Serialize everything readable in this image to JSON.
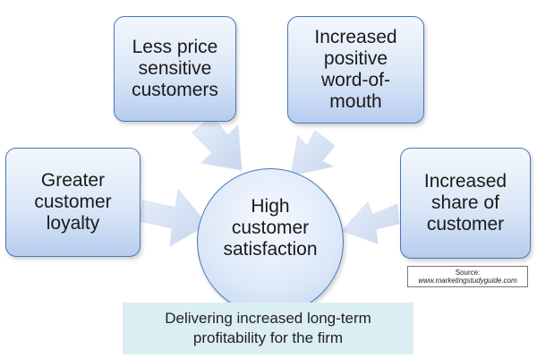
{
  "diagram": {
    "top_left": {
      "lines": [
        "Less price",
        "sensitive",
        "customers"
      ]
    },
    "top_right": {
      "lines": [
        "Increased",
        "positive",
        "word-of-",
        "mouth"
      ]
    },
    "left": {
      "lines": [
        "Greater",
        "customer",
        "loyalty"
      ]
    },
    "right": {
      "lines": [
        "Increased",
        "share of",
        "customer"
      ]
    },
    "center": {
      "lines": [
        "High",
        "customer",
        "satisfaction"
      ]
    },
    "footer": {
      "lines": [
        "Delivering increased long-term",
        "profitability for the firm"
      ]
    },
    "source": {
      "label": "Source:",
      "url": "www.marketingstudyguide.com"
    }
  },
  "colors": {
    "box_border": "#4a76b8",
    "box_fill_top": "#f3f7fd",
    "box_fill_bottom": "#b7cdee",
    "arrow_fill": "#cfdcf0",
    "footer_fill": "#dbeef3"
  }
}
